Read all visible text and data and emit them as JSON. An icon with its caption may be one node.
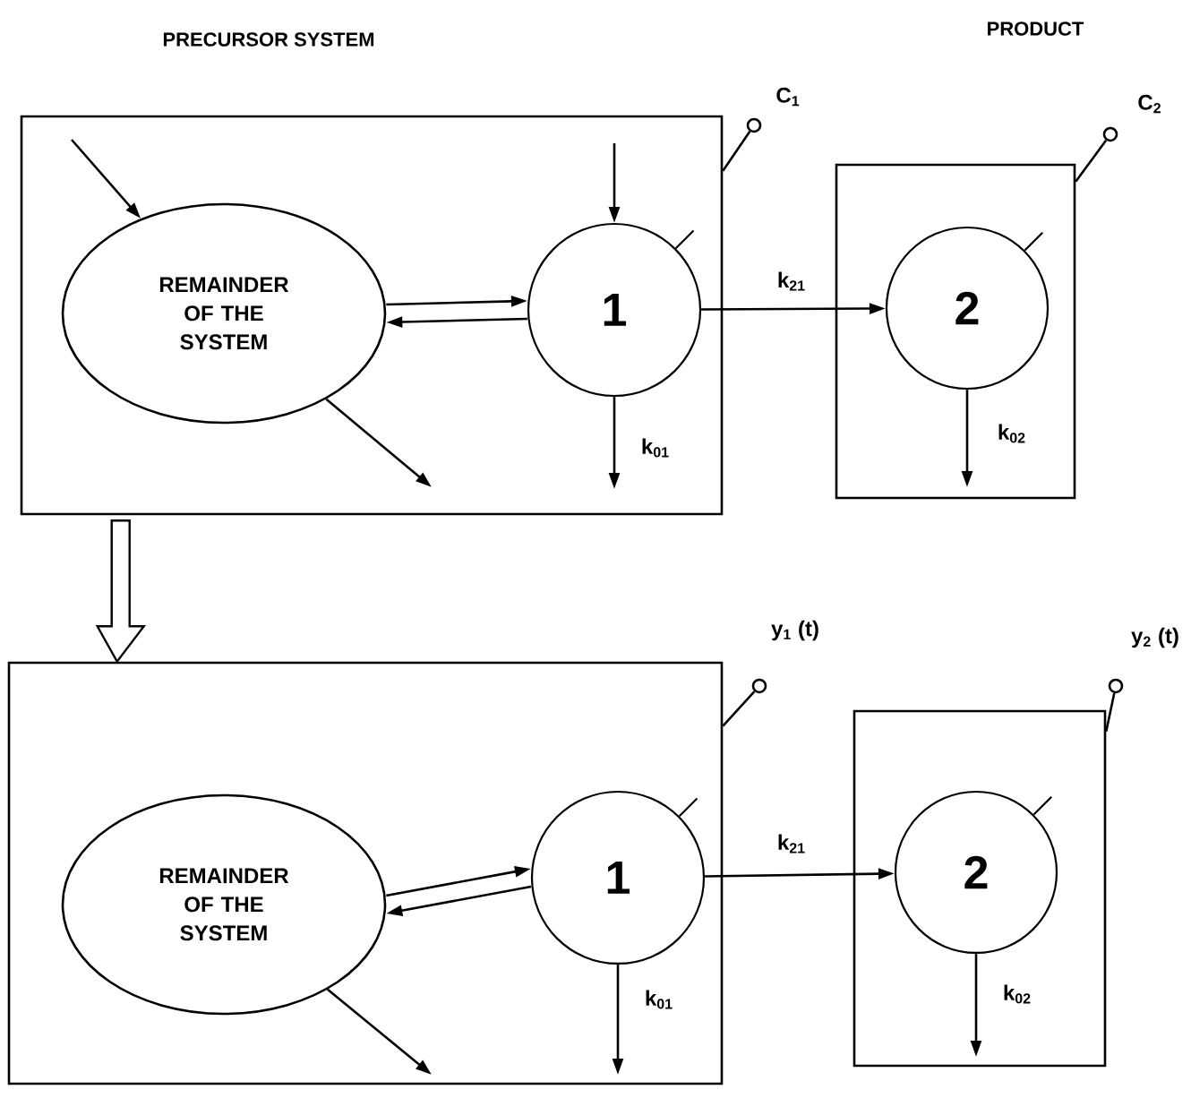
{
  "diagram": {
    "nodes": [
      {
        "text": [],
        "shape": "box"
      },
      {
        "text": [
          "REMAINDER OF THE SYSTEM"
        ],
        "in": 0
      },
      {
        "text": [
          "1"
        ],
        "in": 0
      },
      {
        "text": [],
        "shape": "box"
      },
      {
        "text": [
          "2"
        ],
        "in": 3
      },
      {
        "text": [],
        "shape": "circle",
        "beside": [
          "C$_{1}$"
        ]
      },
      {
        "text": [],
        "shape": "circle",
        "beside": [
          "C$_{2}$"
        ]
      },
      {
        "text": [],
        "shape": "box"
      },
      {
        "text": [
          "REMAINDER OF THE SYSTEM"
        ],
        "in": 7
      },
      {
        "text": [
          "1"
        ],
        "in": 7
      },
      {
        "text": [],
        "shape": "box"
      },
      {
        "text": [
          "2"
        ],
        "in": 10
      },
      {
        "text": [],
        "shape": "circle",
        "beside": [
          "y$_{1}$ (t)"
        ]
      },
      {
        "text": [],
        "shape": "circle",
        "beside": [
          "y$_{2}$ (t)"
        ]
      }
    ],
    "edges": [
      {
        "from": null,
        "to": 1,
        "arrow": "to"
      },
      {
        "from": 1,
        "to": 2,
        "arrow": "to"
      },
      {
        "from": 2,
        "to": 1,
        "arrow": "to"
      },
      {
        "from": 1,
        "to": null,
        "arrow": "to"
      },
      {
        "from": null,
        "to": 2,
        "arrow": "to"
      },
      {
        "from": 2,
        "to": null,
        "arrow": "to",
        "label": "k$_{01}$"
      },
      {
        "from": 2,
        "to": 4,
        "arrow": "to",
        "label": "k$_{21}$"
      },
      {
        "from": 4,
        "to": null,
        "arrow": "to",
        "label": "k$_{02}$"
      },
      {
        "from": 0,
        "to": 5,
        "arrow": "none"
      },
      {
        "from": 3,
        "to": 6,
        "arrow": "none"
      },
      {
        "from": 0,
        "to": 7,
        "arrow": "to"
      },
      {
        "from": 8,
        "to": 9,
        "arrow": "to"
      },
      {
        "from": 9,
        "to": 8,
        "arrow": "to"
      },
      {
        "from": 8,
        "to": null,
        "arrow": "to"
      },
      {
        "from": 9,
        "to": null,
        "arrow": "to",
        "label": "k$_{01}$"
      },
      {
        "from": 9,
        "to": 11,
        "arrow": "to",
        "label": "k$_{21}$"
      },
      {
        "from": 11,
        "to": null,
        "arrow": "to",
        "label": "k$_{02}$"
      },
      {
        "from": 7,
        "to": 12,
        "arrow": "none"
      },
      {
        "from": 10,
        "to": 13,
        "arrow": "none"
      }
    ],
    "labels": [
      "PRECURSOR SYSTEM",
      "PRODUCT"
    ]
  }
}
